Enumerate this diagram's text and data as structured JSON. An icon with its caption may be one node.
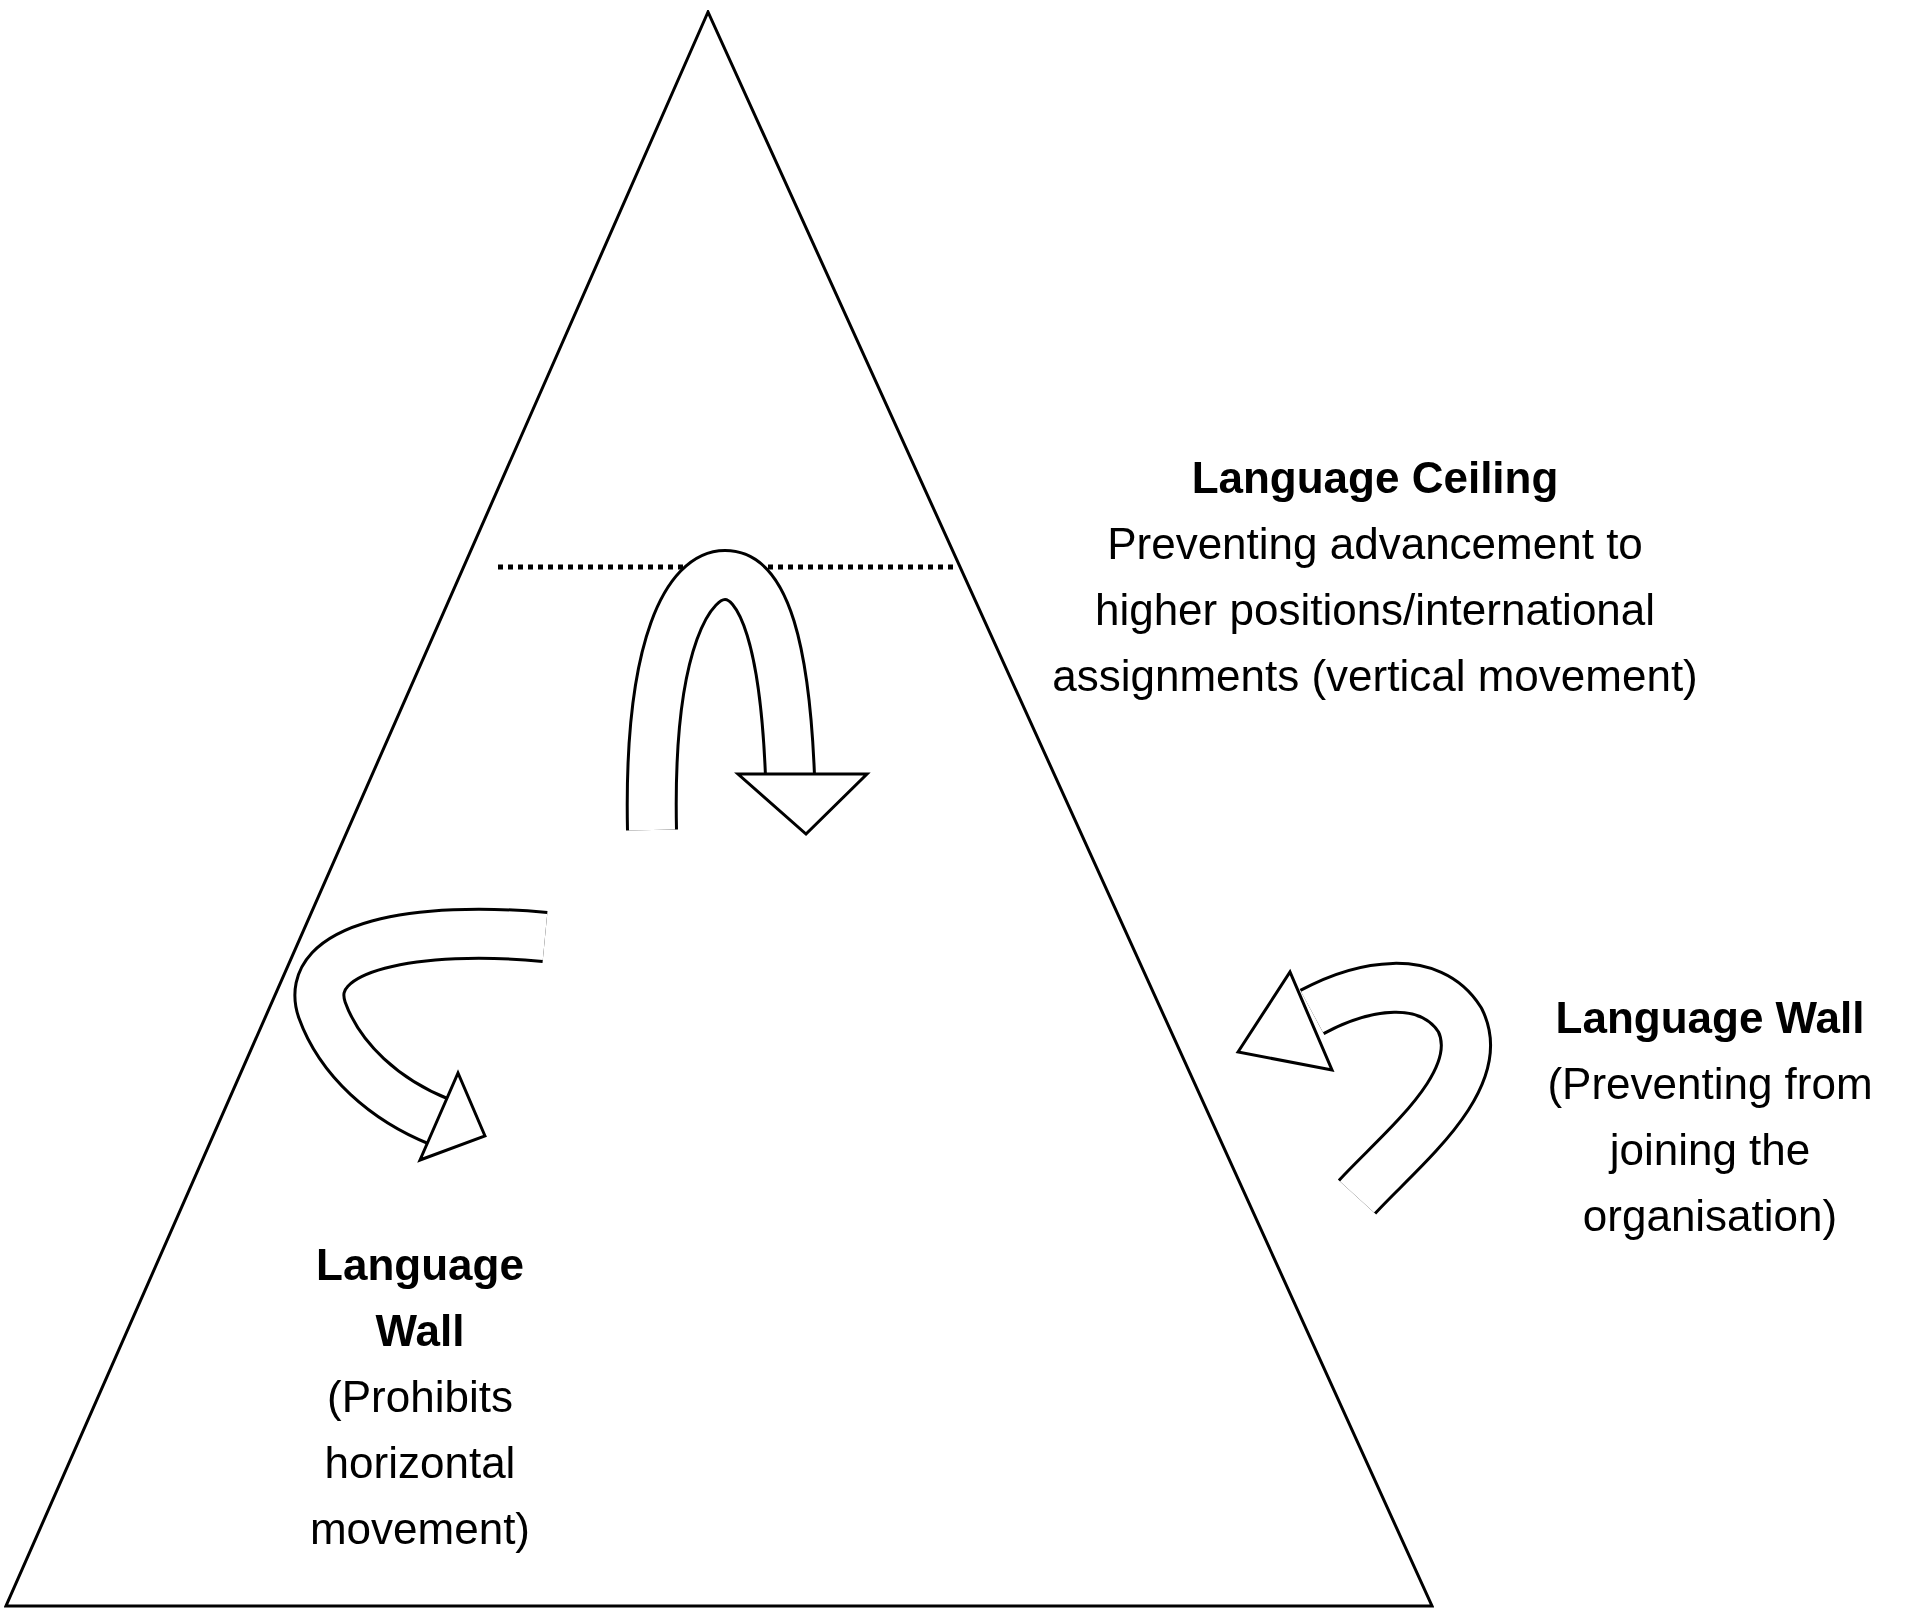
{
  "diagram": {
    "nodes": [
      {
        "text": [
          "Language Wall",
          "(Prohibits horizontal movement)"
        ]
      }
    ],
    "labels": [
      "Language Ceiling",
      "Preventing advancement to higher positions/international assignments (vertical movement)",
      "Language Wall",
      "(Preventing from joining the organisation)"
    ]
  }
}
